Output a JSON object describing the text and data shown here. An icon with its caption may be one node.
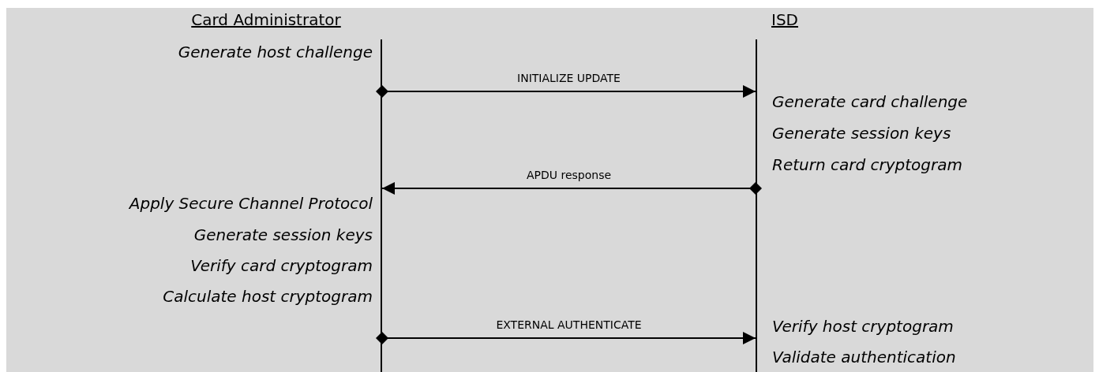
{
  "diagram": {
    "nodes": [
      {
        "text": [
          "Card Administrator"
        ]
      },
      {
        "text": [
          "ISD"
        ]
      }
    ],
    "edges": [
      {
        "from": 0,
        "to": 1,
        "arrow": "to",
        "label": "INITIALIZE UPDATE"
      },
      {
        "from": 1,
        "to": 0,
        "arrow": "to",
        "label": "APDU response"
      },
      {
        "from": 0,
        "to": 1,
        "arrow": "to",
        "label": "EXTERNAL AUTHENTICATE"
      }
    ],
    "labels": [
      "Generate host challenge",
      "Generate card challenge",
      "Generate session keys",
      "Return card cryptogram",
      "Apply Secure Channel Protocol",
      "Generate session keys",
      "Verify card cryptogram",
      "Calculate host cryptogram",
      "Verify host cryptogram",
      "Validate authentication"
    ]
  }
}
